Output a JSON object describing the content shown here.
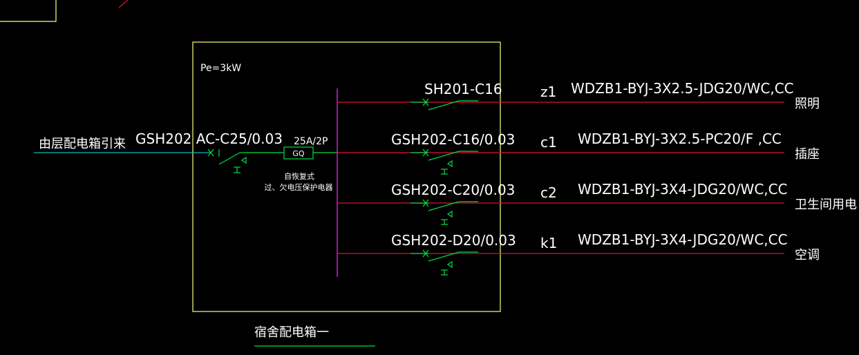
{
  "panel": {
    "power_label": "Pe=3kW",
    "caption": "宿舍配电箱一"
  },
  "incoming": {
    "source_label": "由层配电箱引来",
    "breaker_label": "GSH202 AC-C25/0.03"
  },
  "protector": {
    "box_label": "GQ",
    "rating_label": "25A/2P",
    "desc_line1": "自恢复式",
    "desc_line2": "过、欠电压保护电器"
  },
  "circuits": [
    {
      "breaker": "SH201-C16",
      "id": "z1",
      "cable": "WDZB1-BYJ-3X2.5-JDG20/WC,CC",
      "load": "照明",
      "rcd": false
    },
    {
      "breaker": "GSH202-C16/0.03",
      "id": "c1",
      "cable": "WDZB1-BYJ-3X2.5-PC20/F ,CC",
      "load": "插座",
      "rcd": true
    },
    {
      "breaker": "GSH202-C20/0.03",
      "id": "c2",
      "cable": "WDZB1-BYJ-3X4-JDG20/WC,CC",
      "load": "卫生间用电",
      "rcd": true
    },
    {
      "breaker": "GSH202-D20/0.03",
      "id": "k1",
      "cable": "WDZB1-BYJ-3X4-JDG20/WC,CC",
      "load": "空调",
      "rcd": true
    }
  ],
  "colors": {
    "background": "#000000",
    "frame": "#ffff80",
    "incoming_line": "#00c0c0",
    "outgoing_line": "#e01030",
    "busbar": "#e020e0",
    "breaker": "#00e040",
    "text": "#ffffff"
  }
}
